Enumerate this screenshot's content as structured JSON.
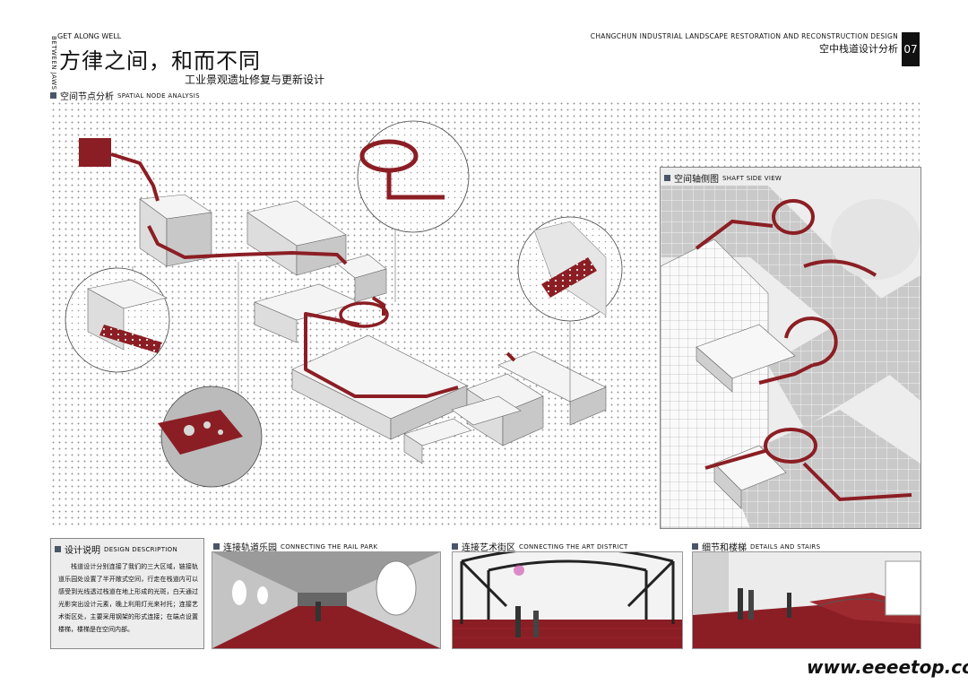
{
  "header": {
    "vertical_label": "BETWEEN JAWS",
    "tagline": "GET ALONG WELL",
    "title": "方律之间，和而不同",
    "subtitle": "工业景观遗址修复与更新设计",
    "project_en": "CHANGCHUN INDUSTRIAL LANDSCAPE RESTORATION AND RECONSTRUCTION DESIGN",
    "page_title": "空中栈道设计分析",
    "page_number": "07"
  },
  "spatial_node": {
    "title_cn": "空间节点分析",
    "title_en": "SPATIAL NODE ANALYSIS"
  },
  "shaft_view": {
    "title_cn": "空间轴侧图",
    "title_en": "SHAFT SIDE VIEW"
  },
  "description": {
    "title_cn": "设计说明",
    "title_en": "DESIGN DESCRIPTION",
    "body": "栈道设计分别连接了我们的三大区域，链接轨道乐园处设置了半开敞式空间，行走在栈道内可以感受到光线透过栈道在地上形成的光斑，白天通过光影突出设计元素，晚上利用灯光来衬托；连接艺术街区处，主要采用钢架的形式连接；在端点设置楼梯，楼梯是在空间内部。"
  },
  "panels": [
    {
      "title_cn": "连接轨道乐园",
      "title_en": "CONNECTING THE RAIL PARK"
    },
    {
      "title_cn": "连接艺术街区",
      "title_en": "CONNECTING THE ART DISTRICT"
    },
    {
      "title_cn": "细节和楼梯",
      "title_en": "DETAILS AND STAIRS"
    }
  ],
  "watermark": "www.eeeetop.com",
  "colors": {
    "accent": "#8b1e24",
    "dark": "#4a5568",
    "dots": "#9a9a9a"
  }
}
